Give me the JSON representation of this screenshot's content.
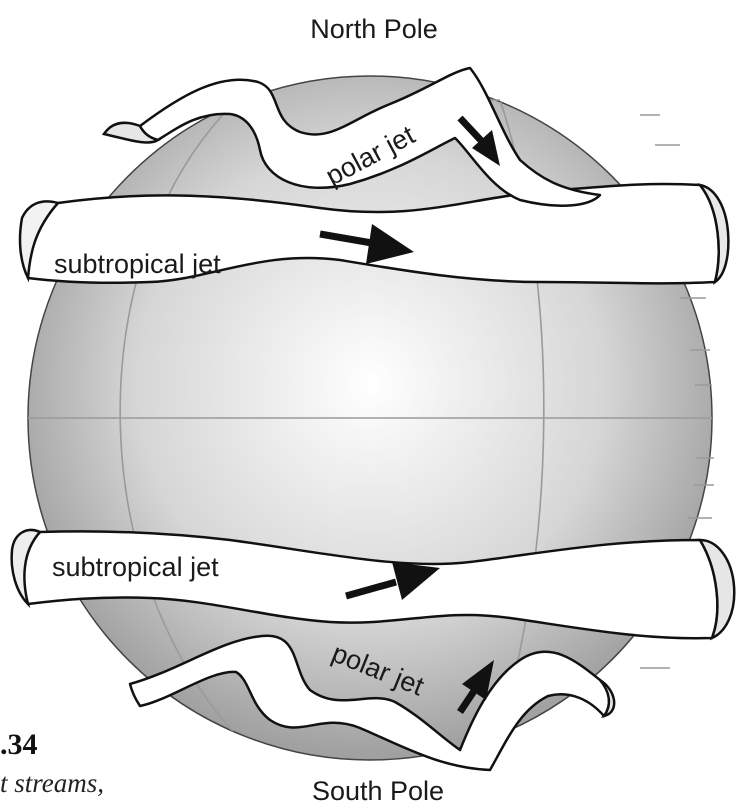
{
  "labels": {
    "north_pole": "North Pole",
    "south_pole": "South Pole",
    "subtropical_jet_north": "subtropical jet",
    "subtropical_jet_south": "subtropical jet",
    "polar_jet_north": "polar jet",
    "polar_jet_south": "polar jet"
  },
  "figure": {
    "number": ".34",
    "caption": "t streams,"
  },
  "colors": {
    "globe_light": "#ffffff",
    "globe_dark": "#8a8a8a",
    "grid": "#9a9a9a",
    "ribbon_fill": "#ffffff",
    "ink": "#111111"
  }
}
